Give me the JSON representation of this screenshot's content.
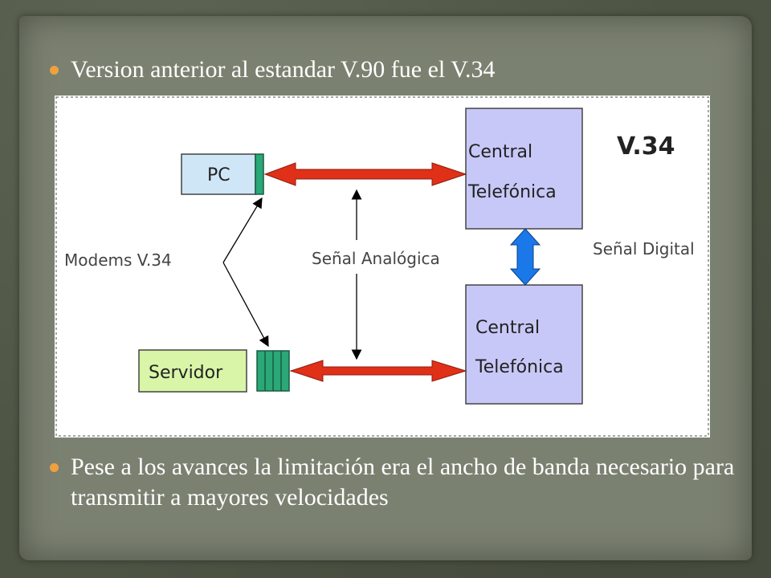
{
  "bullets": [
    "Version anterior al estandar V.90 fue el V.34",
    " Pese a los avances la  limitación era el  ancho de banda necesario para transmitir a mayores velocidades"
  ],
  "diagram": {
    "title": "V.34",
    "pc": "PC",
    "server": "Servidor",
    "central_top": [
      "Central",
      "Telefónica"
    ],
    "central_bottom": [
      "Central",
      "Telefónica"
    ],
    "modems": "Modems V.34",
    "analog": "Señal Analógica",
    "digital": "Señal Digital"
  },
  "colors": {
    "bullet_dot": "#f0a040",
    "central_fill": "#c8c8f8",
    "pc_fill": "#cfe6f7",
    "server_fill": "#d8f5a8",
    "modem_fill": "#2aa878",
    "red_arrow": "#e03018",
    "blue_arrow": "#1a78e8"
  }
}
